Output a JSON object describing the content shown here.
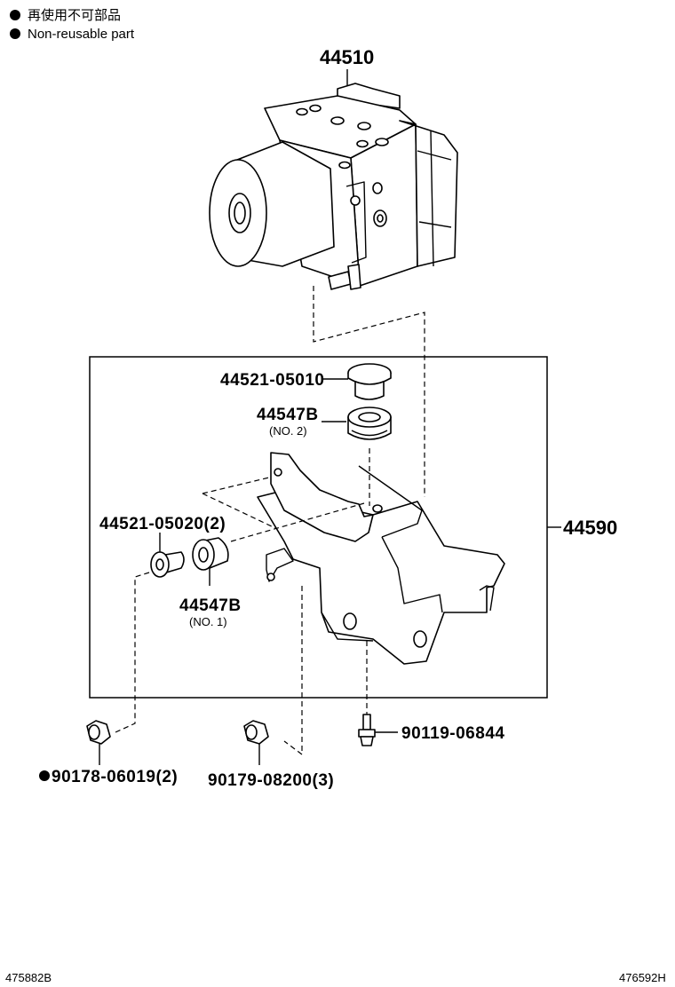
{
  "legend": {
    "jp": "再使用不可部品",
    "en": "Non-reusable part"
  },
  "parts": {
    "p44510": "44510",
    "p44521_05010": "44521-05010",
    "p44547b_top": "44547B",
    "p44547b_top_sub": "(NO. 2)",
    "p44590": "44590",
    "p44521_05020": "44521-05020(2)",
    "p44547b_bot": "44547B",
    "p44547b_bot_sub": "(NO. 1)",
    "p90119": "90119-06844",
    "p90178": "90178-06019(2)",
    "p90179": "90179-08200(3)"
  },
  "refs": {
    "left": "475882B",
    "right": "476592H"
  }
}
